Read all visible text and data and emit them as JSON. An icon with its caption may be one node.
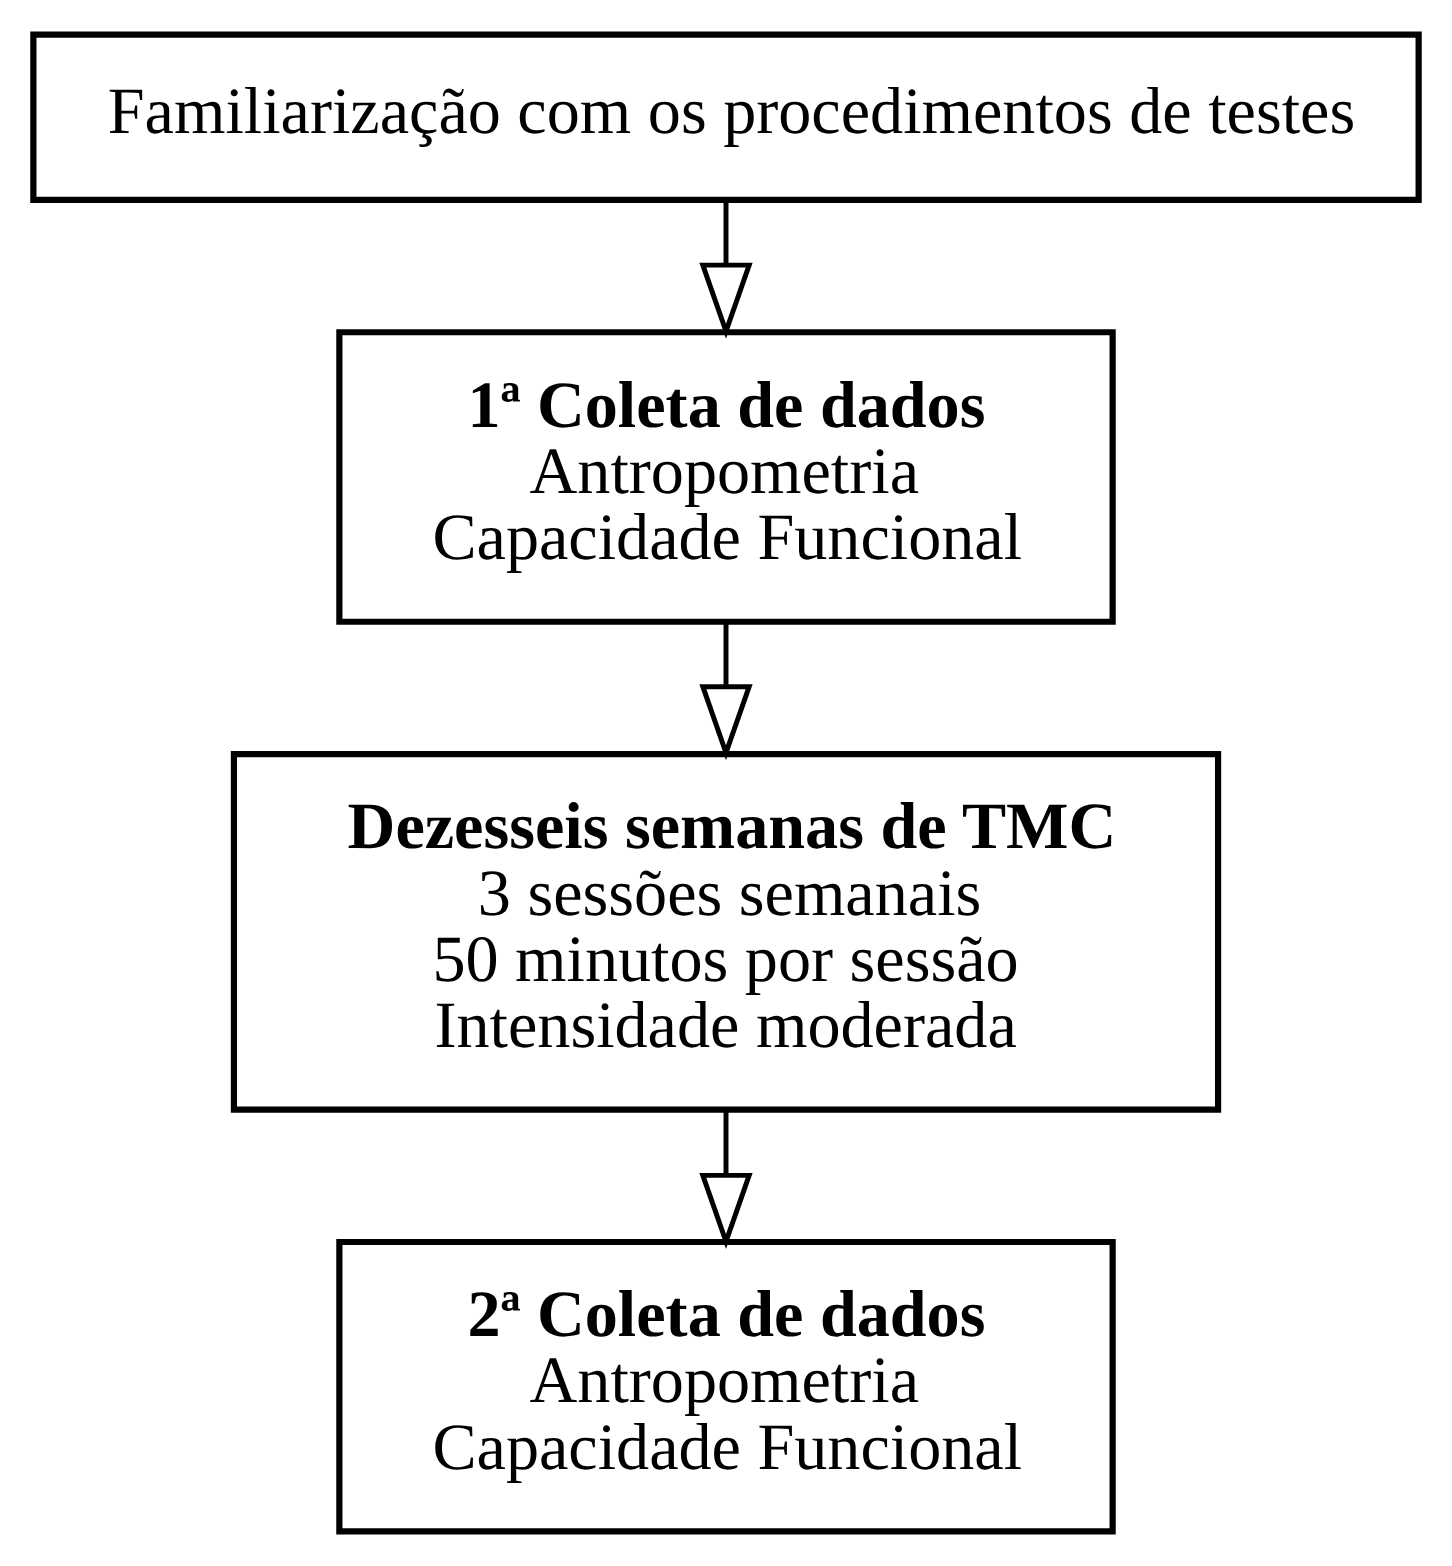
{
  "diagram": {
    "nodes": [
      {
        "text": [
          "Familiarização com os procedimentos de testes"
        ]
      },
      {
        "text": [
          "1ª Coleta de dados",
          "Antropometria",
          "Capacidade Funcional"
        ]
      },
      {
        "text": [
          "Dezesseis semanas de TMC",
          "3 sessões semanais",
          "50 minutos por sessão",
          "Intensidade moderada"
        ]
      },
      {
        "text": [
          "2ª Coleta de dados",
          "Antropometria",
          "Capacidade Funcional"
        ]
      }
    ],
    "edges": [
      {
        "from": 0,
        "to": 1,
        "arrow": "to"
      },
      {
        "from": 1,
        "to": 2,
        "arrow": "to"
      },
      {
        "from": 2,
        "to": 3,
        "arrow": "to"
      }
    ]
  }
}
